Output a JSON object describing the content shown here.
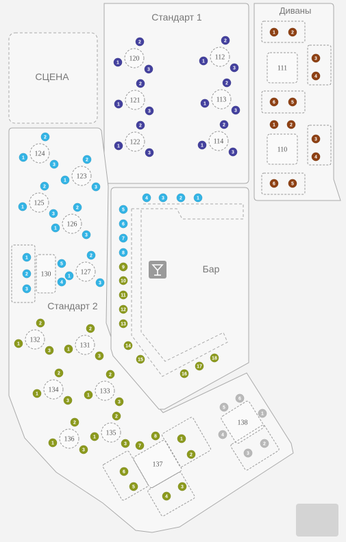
{
  "colors": {
    "blue": "#34b4e5",
    "purple": "#44419e",
    "brown": "#8e4114",
    "olive": "#8c9a1e",
    "gray": "#b9b9b9"
  },
  "zones": {
    "stage": "СЦЕНА",
    "standard1": "Стандарт 1",
    "sofas": "Диваны",
    "standard2": "Стандарт 2",
    "bar": "Бар"
  },
  "bar_icon": "cocktail-glass-icon",
  "tables": [
    {
      "id": "120",
      "color": "purple",
      "seats": [
        "2",
        "1",
        "3"
      ]
    },
    {
      "id": "112",
      "color": "purple",
      "seats": [
        "2",
        "1",
        "3"
      ]
    },
    {
      "id": "121",
      "color": "purple",
      "seats": [
        "2",
        "1",
        "3"
      ]
    },
    {
      "id": "113",
      "color": "purple",
      "seats": [
        "2",
        "1",
        "3"
      ]
    },
    {
      "id": "122",
      "color": "purple",
      "seats": [
        "2",
        "1",
        "3"
      ]
    },
    {
      "id": "114",
      "color": "purple",
      "seats": [
        "2",
        "1",
        "3"
      ]
    },
    {
      "id": "124",
      "color": "blue",
      "seats": [
        "2",
        "1",
        "3"
      ]
    },
    {
      "id": "123",
      "color": "blue",
      "seats": [
        "2",
        "1",
        "3"
      ]
    },
    {
      "id": "125",
      "color": "blue",
      "seats": [
        "2",
        "1",
        "3"
      ]
    },
    {
      "id": "126",
      "color": "blue",
      "seats": [
        "2",
        "1",
        "3"
      ]
    },
    {
      "id": "127",
      "color": "blue",
      "seats": [
        "2",
        "1",
        "3"
      ]
    },
    {
      "id": "132",
      "color": "olive",
      "seats": [
        "2",
        "1",
        "3"
      ]
    },
    {
      "id": "131",
      "color": "olive",
      "seats": [
        "2",
        "1",
        "3"
      ]
    },
    {
      "id": "134",
      "color": "olive",
      "seats": [
        "2",
        "1",
        "3"
      ]
    },
    {
      "id": "133",
      "color": "olive",
      "seats": [
        "2",
        "1",
        "3"
      ]
    },
    {
      "id": "136",
      "color": "olive",
      "seats": [
        "2",
        "1",
        "3"
      ]
    },
    {
      "id": "135",
      "color": "olive",
      "seats": [
        "2",
        "1",
        "3"
      ]
    }
  ],
  "square_tables": [
    {
      "id": "111",
      "color": "brown"
    },
    {
      "id": "110",
      "color": "brown"
    },
    {
      "id": "130",
      "color": "blue"
    },
    {
      "id": "137",
      "color": "olive"
    },
    {
      "id": "138",
      "color": "gray"
    }
  ],
  "sofa_seats": [
    {
      "label": "1",
      "color": "brown"
    },
    {
      "label": "2",
      "color": "brown"
    },
    {
      "label": "3",
      "color": "brown"
    },
    {
      "label": "4",
      "color": "brown"
    },
    {
      "label": "6",
      "color": "brown"
    },
    {
      "label": "5",
      "color": "brown"
    },
    {
      "label": "1",
      "color": "brown"
    },
    {
      "label": "2",
      "color": "brown"
    },
    {
      "label": "3",
      "color": "brown"
    },
    {
      "label": "4",
      "color": "brown"
    },
    {
      "label": "6",
      "color": "brown"
    },
    {
      "label": "5",
      "color": "brown"
    }
  ],
  "table130_seats": [
    {
      "label": "1",
      "color": "blue"
    },
    {
      "label": "2",
      "color": "blue"
    },
    {
      "label": "3",
      "color": "blue"
    },
    {
      "label": "5",
      "color": "blue"
    },
    {
      "label": "4",
      "color": "blue"
    }
  ],
  "table137_seats": [
    {
      "label": "8",
      "color": "olive"
    },
    {
      "label": "7",
      "color": "olive"
    },
    {
      "label": "6",
      "color": "olive"
    },
    {
      "label": "5",
      "color": "olive"
    },
    {
      "label": "1",
      "color": "olive"
    },
    {
      "label": "2",
      "color": "olive"
    },
    {
      "label": "4",
      "color": "olive"
    },
    {
      "label": "3",
      "color": "olive"
    }
  ],
  "table138_seats": [
    {
      "label": "5",
      "color": "gray"
    },
    {
      "label": "6",
      "color": "gray"
    },
    {
      "label": "1",
      "color": "gray"
    },
    {
      "label": "4",
      "color": "gray"
    },
    {
      "label": "3",
      "color": "gray"
    },
    {
      "label": "2",
      "color": "gray"
    }
  ],
  "bar_seats": [
    {
      "label": "4",
      "color": "blue"
    },
    {
      "label": "3",
      "color": "blue"
    },
    {
      "label": "2",
      "color": "blue"
    },
    {
      "label": "1",
      "color": "blue"
    },
    {
      "label": "5",
      "color": "blue"
    },
    {
      "label": "6",
      "color": "blue"
    },
    {
      "label": "7",
      "color": "blue"
    },
    {
      "label": "8",
      "color": "blue"
    },
    {
      "label": "9",
      "color": "olive"
    },
    {
      "label": "10",
      "color": "olive"
    },
    {
      "label": "11",
      "color": "olive"
    },
    {
      "label": "12",
      "color": "olive"
    },
    {
      "label": "13",
      "color": "olive"
    },
    {
      "label": "14",
      "color": "olive"
    },
    {
      "label": "15",
      "color": "olive"
    },
    {
      "label": "16",
      "color": "olive"
    },
    {
      "label": "17",
      "color": "olive"
    },
    {
      "label": "18",
      "color": "olive"
    }
  ]
}
